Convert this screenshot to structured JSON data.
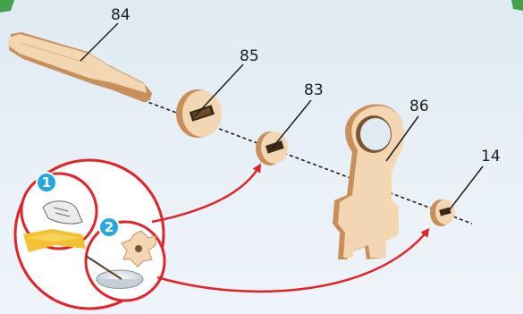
{
  "parts": [
    {
      "id": "84",
      "label": "84"
    },
    {
      "id": "85",
      "label": "85"
    },
    {
      "id": "83",
      "label": "83"
    },
    {
      "id": "86",
      "label": "86"
    },
    {
      "id": "14",
      "label": "14"
    }
  ],
  "steps": [
    {
      "number": "1",
      "icon": "sandpaper-icon"
    },
    {
      "number": "2",
      "icon": "wax-bowl-icon"
    }
  ],
  "colors": {
    "background": "#e4edf5",
    "wood_face": "#f3d7b2",
    "wood_edge": "#c98f5a",
    "arrow": "#e2232a",
    "step_badge": "#29a8e0",
    "sandpaper": "#f2c230"
  }
}
